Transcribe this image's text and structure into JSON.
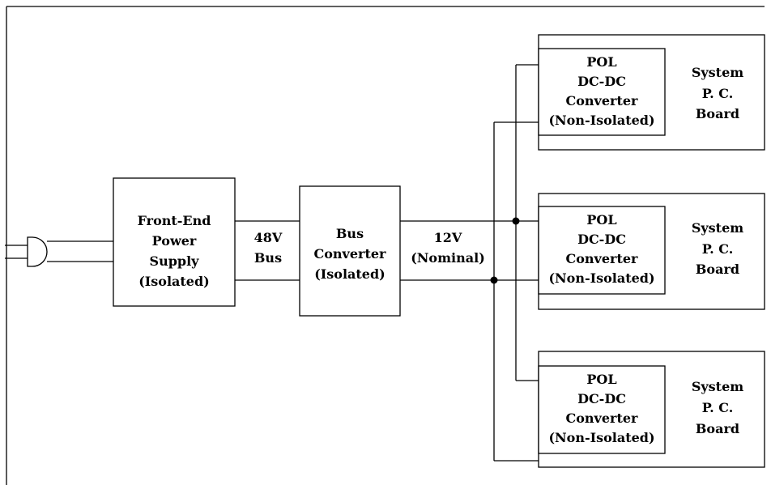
{
  "plug": {
    "icon": "ac-power-plug-icon"
  },
  "front_end": {
    "lines": [
      "Front-End",
      "Power",
      "Supply",
      "(Isolated)"
    ]
  },
  "bus_48v": {
    "lines": [
      "48V",
      "Bus"
    ]
  },
  "bus_converter": {
    "lines": [
      "Bus",
      "Converter",
      "(Isolated)"
    ]
  },
  "bus_12v": {
    "lines": [
      "12V",
      "(Nominal)"
    ]
  },
  "boards": [
    {
      "pol": [
        "POL",
        "DC-DC",
        "Converter",
        "(Non-Isolated)"
      ],
      "system": [
        "System",
        "P. C.",
        "Board"
      ]
    },
    {
      "pol": [
        "POL",
        "DC-DC",
        "Converter",
        "(Non-Isolated)"
      ],
      "system": [
        "System",
        "P. C.",
        "Board"
      ]
    },
    {
      "pol": [
        "POL",
        "DC-DC",
        "Converter",
        "(Non-Isolated)"
      ],
      "system": [
        "System",
        "P. C.",
        "Board"
      ]
    }
  ]
}
